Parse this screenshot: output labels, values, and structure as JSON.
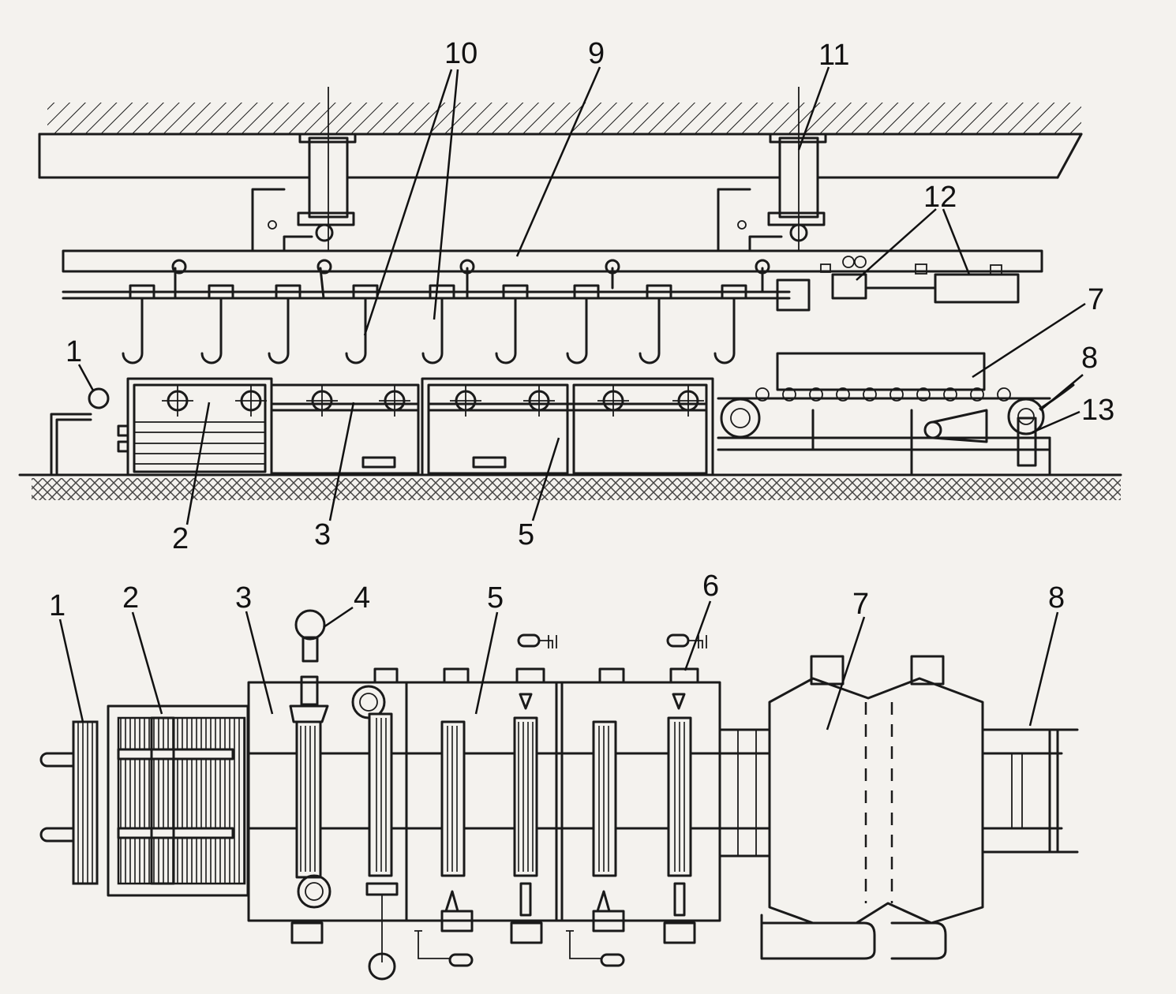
{
  "elevation_view": {
    "callouts": {
      "n1": "1",
      "n2": "2",
      "n3": "3",
      "n5": "5",
      "n7": "7",
      "n8": "8",
      "n9": "9",
      "n10": "10",
      "n11": "11",
      "n12": "12",
      "n13": "13"
    }
  },
  "plan_view": {
    "callouts": {
      "n1": "1",
      "n2": "2",
      "n3": "3",
      "n4": "4",
      "n5": "5",
      "n6": "6",
      "n7": "7",
      "n8": "8"
    }
  },
  "colors": {
    "ink": "#1a1a1a",
    "paper": "#f4f2ee"
  }
}
